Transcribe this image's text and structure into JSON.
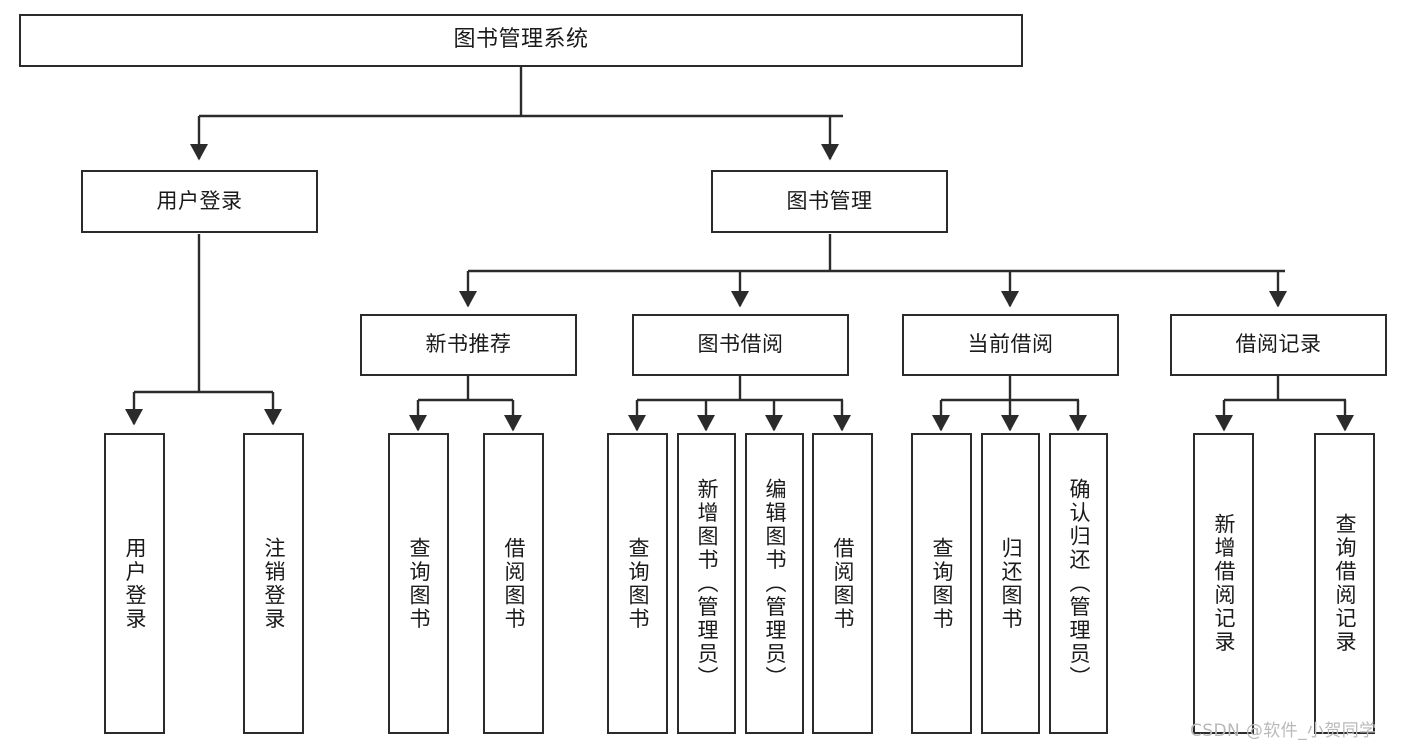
{
  "diagram": {
    "title": "图书管理系统",
    "watermark": "CSDN @软件_小贺同学",
    "colors": {
      "box_border": "#2b2b2b",
      "box_fill": "#ffffff",
      "line": "#2b2b2b",
      "text": "#1a1a1a",
      "watermark": "#b9b9b9",
      "background": "#ffffff"
    },
    "nodes": {
      "root": {
        "label": "图书管理系统"
      },
      "level2": [
        {
          "label": "用户登录"
        },
        {
          "label": "图书管理"
        }
      ],
      "level3": [
        {
          "label": "新书推荐"
        },
        {
          "label": "图书借阅"
        },
        {
          "label": "当前借阅"
        },
        {
          "label": "借阅记录"
        }
      ],
      "leaves": {
        "user_login": [
          {
            "label": "用户登录"
          },
          {
            "label": "注销登录"
          }
        ],
        "new_book_recommend": [
          {
            "label": "查询图书"
          },
          {
            "label": "借阅图书"
          }
        ],
        "book_borrow": [
          {
            "label": "查询图书"
          },
          {
            "label": "新增图书（管理员）"
          },
          {
            "label": "编辑图书（管理员）"
          },
          {
            "label": "借阅图书"
          }
        ],
        "current_borrow": [
          {
            "label": "查询图书"
          },
          {
            "label": "归还图书"
          },
          {
            "label": "确认归还（管理员）"
          }
        ],
        "borrow_record": [
          {
            "label": "新增借阅记录"
          },
          {
            "label": "查询借阅记录"
          }
        ]
      }
    }
  }
}
